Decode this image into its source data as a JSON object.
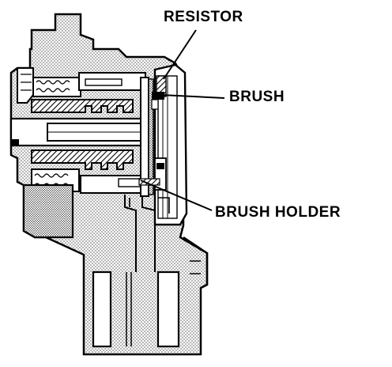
{
  "callouts": [
    {
      "id": "resistor",
      "text": "RESISTOR"
    },
    {
      "id": "brush",
      "text": "BRUSH"
    },
    {
      "id": "brush_holder",
      "text": "BRUSH HOLDER"
    }
  ],
  "colors": {
    "ink": "#000000",
    "paper": "#ffffff",
    "stipple": "#000000"
  }
}
